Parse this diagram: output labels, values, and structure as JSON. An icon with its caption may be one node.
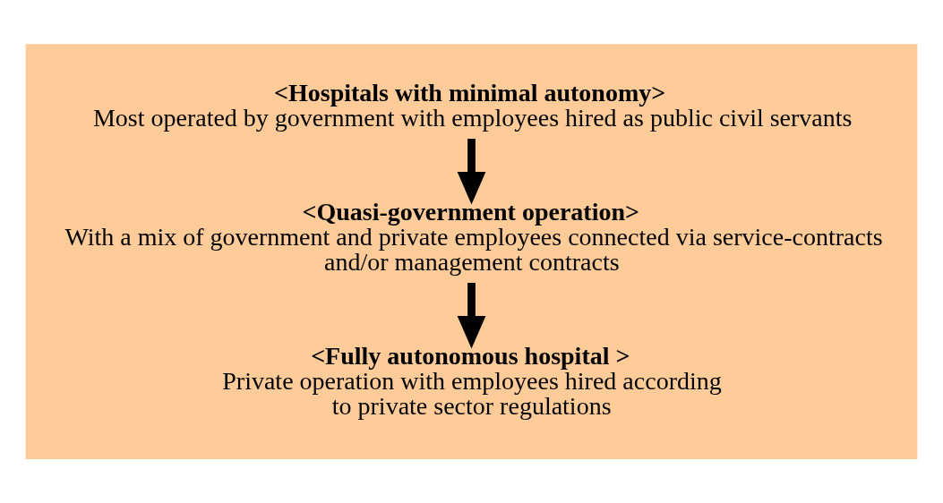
{
  "diagram": {
    "nodes": [
      {
        "text": [],
        "shape": "box"
      },
      {
        "text": [
          "<Hospitals with minimal autonomy>",
          "Most operated by government with employees hired as public civil servants"
        ],
        "in": 0
      },
      {
        "text": [
          "<Quasi-government operation>",
          "With a mix of government and private employees connected via service-contracts and/or management contracts"
        ],
        "in": 0
      },
      {
        "text": [
          "<Fully autonomous hospital >",
          "Private operation with employees hired according to private sector regulations"
        ],
        "in": 0
      }
    ],
    "edges": [
      {
        "from": 1,
        "to": 2,
        "arrow": "to"
      },
      {
        "from": 2,
        "to": 3,
        "arrow": "to"
      }
    ]
  }
}
